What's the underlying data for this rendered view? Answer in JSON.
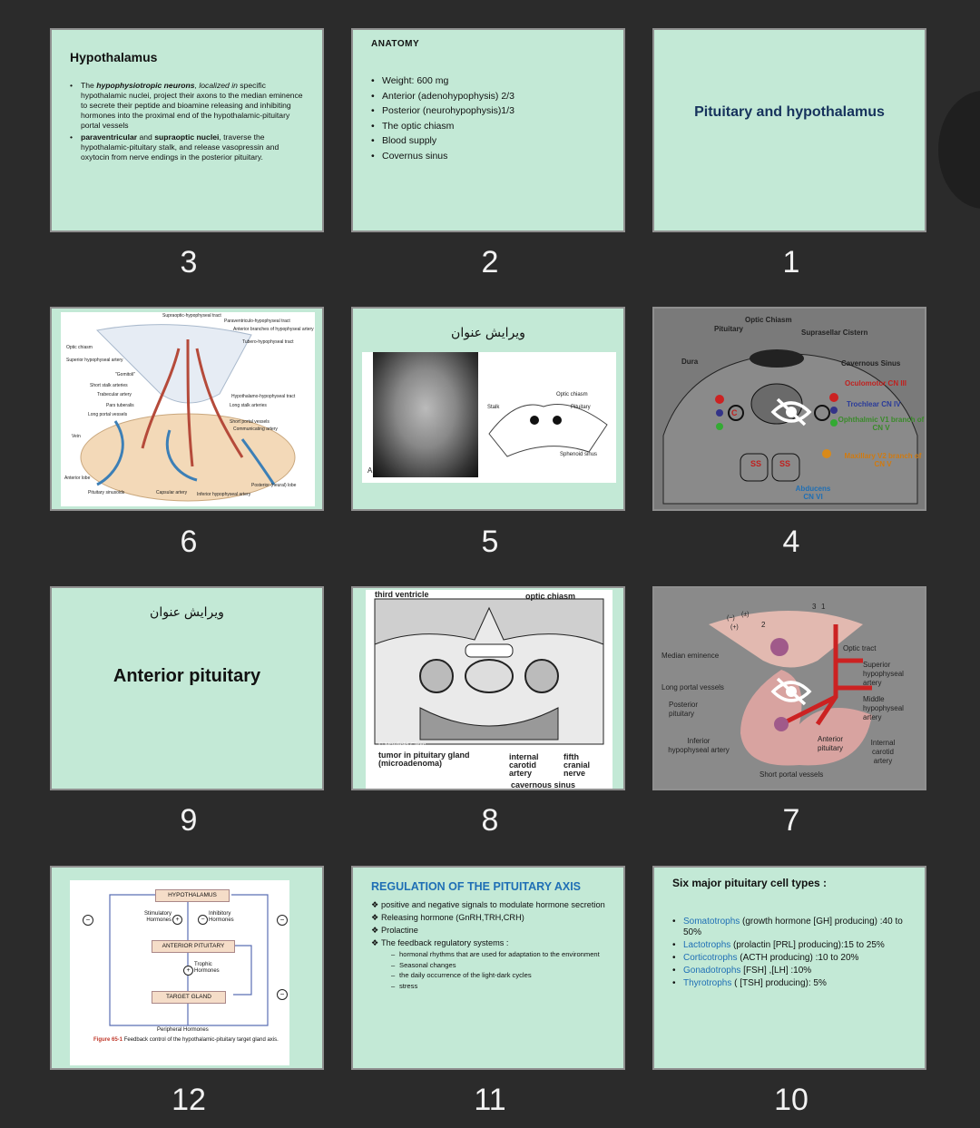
{
  "slides": {
    "s3": {
      "number": "3",
      "title": "Hypothalamus",
      "b1_pre": "The ",
      "b1_bold": "hypophysiotropic neurons",
      "b1_italic": ", localized in",
      "b1_rest": " specific hypothalamic nuclei, project their axons to the median eminence to secrete their peptide and bioamine releasing and inhibiting hormones into the proximal end of the hypothalamic-pituitary portal vessels",
      "b2_bold1": "paraventricular",
      "b2_mid": " and ",
      "b2_bold2": "supraoptic nuclei",
      "b2_rest": ", traverse the hypothalamic-pituitary stalk, and release vasopressin and oxytocin from nerve endings in the posterior pituitary."
    },
    "s2": {
      "number": "2",
      "title": "ANATOMY",
      "items": [
        "Weight: 600 mg",
        "Anterior (adenohypophysis) 2/3",
        "Posterior (neurohypophysis)1/3",
        "The optic chiasm",
        "Blood supply",
        "Covernus sinus"
      ]
    },
    "s1": {
      "number": "1",
      "title": "Pituitary and hypothalamus"
    },
    "s6": {
      "number": "6",
      "labels": [
        "Supraoptic-hypophyseal tract",
        "Paraventriculo-hypophyseal tract",
        "Anterior branches of hypophyseal artery",
        "Tubero-hypophyseal tract",
        "Optic chiasm",
        "Superior hypophyseal artery",
        "\"Gomitoli\"",
        "Short stalk arteries",
        "Trabecular artery",
        "Pars tuberalis",
        "Long portal vessels",
        "Vein",
        "Hypothalamo-hypophyseal tract",
        "Long stalk arteries",
        "Short portal vessels",
        "Communicating artery",
        "Posterior (neural) lobe",
        "Capsular artery",
        "Inferior hypophyseal artery",
        "Pituitary sinusoids",
        "Anterior lobe"
      ]
    },
    "s5": {
      "number": "5",
      "title": "ویرایش عنوان",
      "labels": [
        "Optic chiasm",
        "Pituitary",
        "Stalk",
        "Sphenoid sinus",
        "A"
      ]
    },
    "s4": {
      "number": "4",
      "labels": [
        "Optic Chiasm",
        "Pituitary",
        "Suprasellar Cistern",
        "Dura",
        "Cavernous Sinus",
        "Oculomotor CN III",
        "Trochlear CN IV",
        "Ophthalmic V1 branch of CN V",
        "Maxillary V2 branch of CN V",
        "SS",
        "SS",
        "C",
        "Abducens CN VI"
      ]
    },
    "s9": {
      "number": "9",
      "title": "ویرایش عنوان",
      "subtitle": "Anterior pituitary"
    },
    "s8": {
      "number": "8",
      "labels": [
        "third ventricle",
        "optic chiasm",
        "© Mayfield Clinic",
        "tumor in pituitary gland (microadenoma)",
        "internal carotid artery",
        "fifth cranial nerve",
        "cavernous sinus"
      ]
    },
    "s7": {
      "number": "7",
      "labels": [
        "Median eminence",
        "Optic tract",
        "Superior hypophyseal artery",
        "Long portal vessels",
        "Posterior pituitary",
        "Middle hypophyseal artery",
        "Inferior hypophyseal artery",
        "Anterior pituitary",
        "Internal carotid artery",
        "Short portal vessels",
        "(−)",
        "(+)",
        "(±)",
        "2",
        "3",
        "1"
      ]
    },
    "s12": {
      "number": "12",
      "hypothalamus": "HYPOTHALAMUS",
      "stim": "Stimulatory Hormones",
      "inhib": "Inhibitory Hormones",
      "anterior": "ANTERIOR PITUITARY",
      "trophic": "Trophic Hormones",
      "target": "TARGET GLAND",
      "peripheral": "Peripheral Hormones",
      "fig_label": "Figure 65-1",
      "fig_caption": "Feedback control of the hypothalamic-pituitary target gland axis.",
      "plus": "+",
      "minus": "−"
    },
    "s11": {
      "number": "11",
      "title": "REGULATION OF THE PITUITARY AXIS",
      "items": [
        "positive and negative signals to modulate hormone secretion",
        "Releasing hormone (GnRH,TRH,CRH)",
        "Prolactine",
        "The feedback regulatory systems :"
      ],
      "subitems": [
        "hormonal rhythms that are used for adaptation to the environment",
        "Seasonal changes",
        "the daily occurrence of the light-dark cycles",
        "stress"
      ]
    },
    "s10": {
      "number": "10",
      "title": "Six major pituitary cell types :",
      "items": [
        {
          "term": "Somatotrophs",
          "desc": " (growth hormone [GH] producing) :40 to 50%"
        },
        {
          "term": "Lactotrophs",
          "desc": " (prolactin [PRL] producing):15 to 25%"
        },
        {
          "term": "Corticotrophs",
          "desc": " (ACTH producing) :10 to 20%"
        },
        {
          "term": "Gonadotrophs",
          "desc": " [FSH] ,[LH] :10%"
        },
        {
          "term": "Thyrotrophs",
          "desc": " ( [TSH] producing): 5%"
        }
      ]
    }
  },
  "colors": {
    "background": "#2b2b2b",
    "slide": "#c3e9d6",
    "accent_blue": "#1f6fb5",
    "title_navy": "#16325c"
  },
  "icons": [
    "hidden-eye-icon"
  ]
}
